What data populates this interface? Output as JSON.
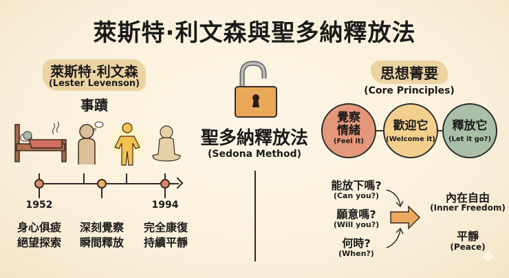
{
  "title": "萊斯特·利文森與聖多納釋放法",
  "left": {
    "name_zh": "萊斯特·利文森",
    "name_en": "(Lester Levenson)",
    "section_title": "事蹟",
    "timeline": {
      "start_year": "1952",
      "end_year": "1994",
      "stages": [
        {
          "icon": "sick-in-bed-icon",
          "line1": "身心俱疲",
          "line2": "絕望探索"
        },
        {
          "icon": "thinking-person-icon",
          "line1": "深刻覺察",
          "line2": "瞬間釋放"
        },
        {
          "icon": "glowing-person-icon",
          "line1": "",
          "line2": ""
        },
        {
          "icon": "meditating-person-icon",
          "line1": "完全康復",
          "line2": "持續平靜"
        }
      ],
      "colors": {
        "dot_start": "#d9896a",
        "dot_mid": "#f0b060",
        "dot_end": "#d9896a"
      }
    }
  },
  "center": {
    "icon": "open-padlock-icon",
    "method_zh": "聖多納釋放法",
    "method_en": "(Sedona Method)"
  },
  "right": {
    "heading_zh": "思想菁要",
    "heading_en": "(Core Principles)",
    "principles": [
      {
        "zh1": "覺察",
        "zh2": "情緒",
        "en": "(Feel it)",
        "color": "#e4977a"
      },
      {
        "zh1": "歡迎它",
        "zh2": "",
        "en": "(Welcome it)",
        "color": "#f3cf8e"
      },
      {
        "zh1": "釋放它",
        "zh2": "",
        "en": "(Let it go?)",
        "color": "#a9bfa8"
      }
    ],
    "questions": [
      {
        "zh": "能放下嗎?",
        "en": "(Can you?)"
      },
      {
        "zh": "願意嗎?",
        "en": "(Will you?)"
      },
      {
        "zh": "何時?",
        "en": "(When?)"
      }
    ],
    "results": [
      {
        "zh": "內在自由",
        "en": "(Inner Freedom)"
      },
      {
        "zh": "平靜",
        "en": "(Peace)"
      }
    ],
    "arrow_color": "#eaa95d"
  }
}
